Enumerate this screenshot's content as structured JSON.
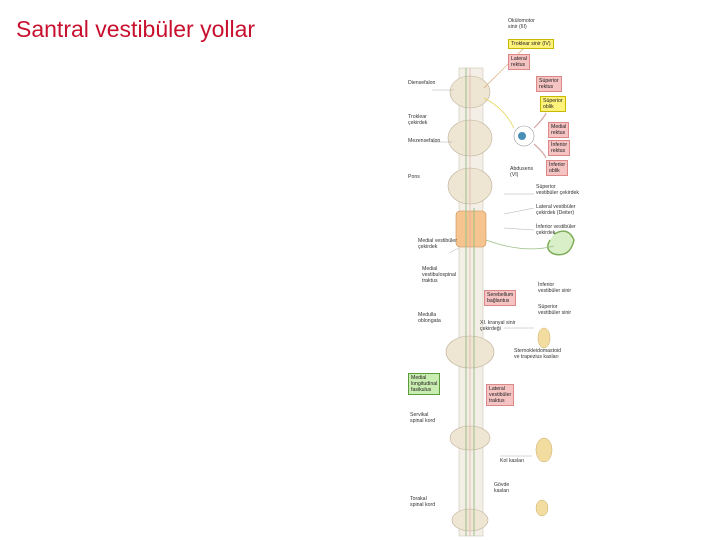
{
  "slide": {
    "title": "Santral vestibüler yollar"
  },
  "figure": {
    "left_labels": {
      "diensefalon": "Diensefalon",
      "troklear_cekirdek": "Troklear\nçekirdek",
      "mezensefalon": "Mezensefalon",
      "pons": "Pons",
      "medial_vestibuler_cekirdek": "Medial vestibüler\nçekirdek",
      "medial_vestibulospinal": "Medial\nvestibulospinal\ntraktus",
      "medulla": "Medulla\noblongata",
      "servikal": "Servikal\nspinal kord",
      "torakal": "Torakal\nspinal kord"
    },
    "right_labels": {
      "okulomotor": "Okülomotor\nsinir (III)",
      "abdusens": "Abdusens\n(VI)",
      "superior_vest_cekirdek": "Süperior\nvestibüler çekirdek",
      "lateral_vest_cekirdek": "Lateral vestibüler\nçekirdek (Deiter)",
      "inferior_vest_cekirdek": "İnferior vestibüler\nçekirdek",
      "inferior_vest_sinir": "İnferior\nvestibüler sinir",
      "superior_vest_sinir": "Süperior\nvestibüler sinir",
      "kranyal_xi": "XI. kranyal sinir\nçekirdeği",
      "sternokleido": "Sternokleidomastoid\nve trapezius kasları",
      "kol_kaslari": "Kol kasları",
      "govde_kaslari": "Gövde\nkasları"
    },
    "boxes": {
      "troklear_sinir": "Troklear sinir (IV)",
      "lateral_rektus": "Lateral\nrektus",
      "superior_rektus": "Süperior\nrektus",
      "superior_oblik": "Süperior\noblik",
      "medial_rektus": "Medial\nrektus",
      "inferior_rektus": "İnferior\nrektus",
      "inferior_oblik": "İnferior\noblik",
      "serebellum": "Serebellum\nbağlantısı",
      "medial_longitudinal": "Medial\nlongitudinal\nfasikulus",
      "lateral_vestibulospinal": "Lateral\nvestibüler\ntraktus"
    },
    "colors": {
      "title": "#c8102e",
      "pink_box": "#f6c3c3",
      "yellow_box": "#fff27a",
      "green_box": "#c9ecb0",
      "tract_line": "#9bbf88"
    }
  }
}
